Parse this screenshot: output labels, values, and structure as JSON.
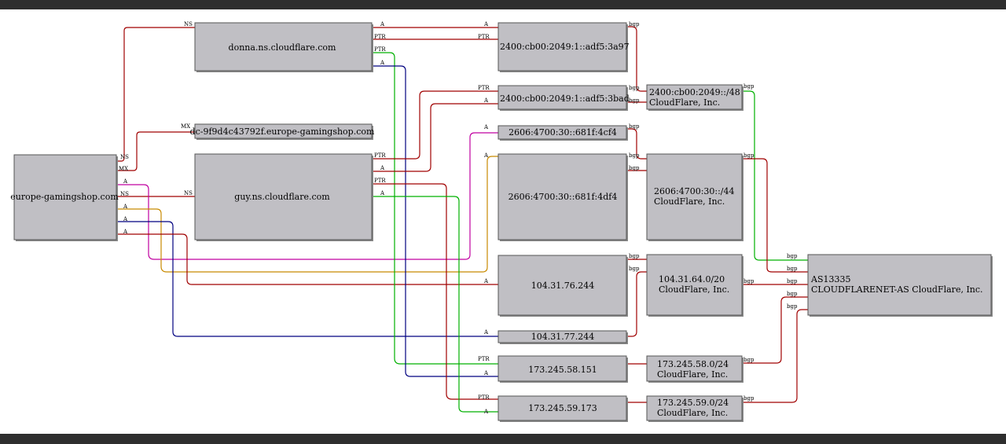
{
  "nodes": {
    "root": "europe-gamingshop.com",
    "donna": "donna.ns.cloudflare.com",
    "mx": "dc-9f9d4c43792f.europe-gamingshop.com",
    "guy": "guy.ns.cloudflare.com",
    "ip6_a97": "2400:cb00:2049:1::adf5:3a97",
    "ip6_bad": "2400:cb00:2049:1::adf5:3bad",
    "ip6_cf4": "2606:4700:30::681f:4cf4",
    "ip6_df4": "2606:4700:30::681f:4df4",
    "ip4_76": "104.31.76.244",
    "ip4_77": "104.31.77.244",
    "ip4_58": "173.245.58.151",
    "ip4_59": "173.245.59.173",
    "net_2400": {
      "prefix": "2400:cb00:2049::/48",
      "org": "CloudFlare, Inc."
    },
    "net_2606": {
      "prefix": "2606:4700:30::/44",
      "org": "CloudFlare, Inc."
    },
    "net_104": {
      "prefix": "104.31.64.0/20",
      "org": "CloudFlare, Inc."
    },
    "net_173_58": {
      "prefix": "173.245.58.0/24",
      "org": "CloudFlare, Inc."
    },
    "net_173_59": {
      "prefix": "173.245.59.0/24",
      "org": "CloudFlare, Inc."
    },
    "asn": {
      "number": "AS13335",
      "name": "CLOUDFLARENET-AS CloudFlare, Inc."
    }
  },
  "edge_labels": {
    "ns": "NS",
    "mx": "MX",
    "a": "A",
    "ptr": "PTR",
    "bgp": "bgp"
  },
  "colors": {
    "red": "#a00000",
    "green": "#00b000",
    "navy": "#000080",
    "magenta": "#c000a0",
    "orange": "#c88a00",
    "node_fill": "#c0bfc4"
  }
}
